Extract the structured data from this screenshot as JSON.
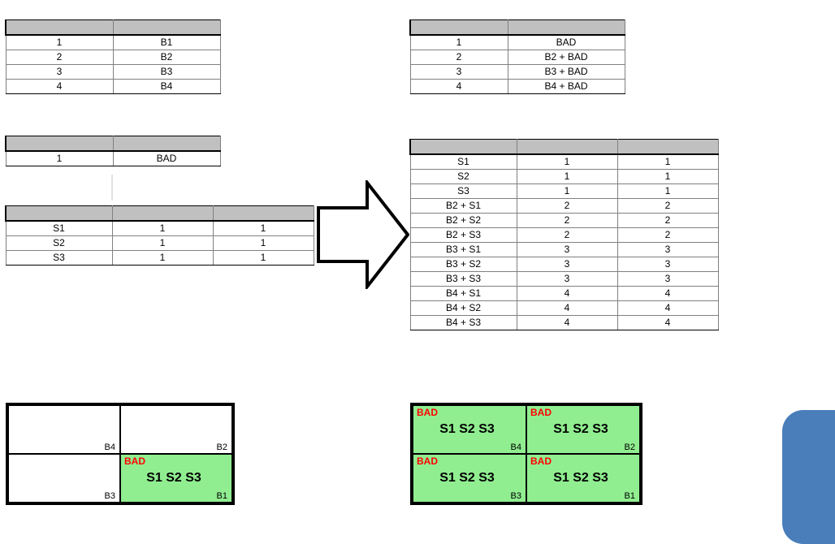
{
  "diagram": {
    "title": "Bucket and slot expansion diagram",
    "colors": {
      "header_fill": "#c0c0c0",
      "cell_border": "#808080",
      "outline": "#000000",
      "green_fill": "#90ee90",
      "bad_text": "#ff0000",
      "blue_shape": "#4a7ebb"
    }
  },
  "tables": {
    "left_buckets": {
      "name": "buckets-table",
      "headers": [
        "",
        ""
      ],
      "rows": [
        [
          "1",
          "B1"
        ],
        [
          "2",
          "B2"
        ],
        [
          "3",
          "B3"
        ],
        [
          "4",
          "B4"
        ]
      ]
    },
    "left_bad": {
      "name": "bad-table",
      "headers": [
        "",
        ""
      ],
      "rows": [
        [
          "1",
          "BAD"
        ]
      ]
    },
    "left_slots": {
      "name": "slots-table",
      "headers": [
        "",
        "",
        ""
      ],
      "rows": [
        [
          "S1",
          "1",
          "1"
        ],
        [
          "S2",
          "1",
          "1"
        ],
        [
          "S3",
          "1",
          "1"
        ]
      ]
    },
    "right_bad": {
      "name": "buckets-plus-bad-table",
      "headers": [
        "",
        ""
      ],
      "rows": [
        [
          "1",
          "BAD"
        ],
        [
          "2",
          "B2 + BAD"
        ],
        [
          "3",
          "B3 + BAD"
        ],
        [
          "4",
          "B4 + BAD"
        ]
      ]
    },
    "right_slots": {
      "name": "expanded-slots-table",
      "headers": [
        "",
        "",
        ""
      ],
      "rows": [
        [
          "S1",
          "1",
          "1"
        ],
        [
          "S2",
          "1",
          "1"
        ],
        [
          "S3",
          "1",
          "1"
        ],
        [
          "B2 + S1",
          "2",
          "2"
        ],
        [
          "B2 + S2",
          "2",
          "2"
        ],
        [
          "B2 + S3",
          "2",
          "2"
        ],
        [
          "B3 + S1",
          "3",
          "3"
        ],
        [
          "B3 + S2",
          "3",
          "3"
        ],
        [
          "B3 + S3",
          "3",
          "3"
        ],
        [
          "B4 + S1",
          "4",
          "4"
        ],
        [
          "B4 + S2",
          "4",
          "4"
        ],
        [
          "B4 + S3",
          "4",
          "4"
        ]
      ]
    }
  },
  "arrow": {
    "name": "right-block-arrow",
    "direction": "right"
  },
  "grids": {
    "left": {
      "name": "before-grid",
      "cells": [
        {
          "label": "B4",
          "bad": "",
          "slots": "",
          "green": false
        },
        {
          "label": "B2",
          "bad": "",
          "slots": "",
          "green": false
        },
        {
          "label": "B3",
          "bad": "",
          "slots": "",
          "green": false
        },
        {
          "label": "B1",
          "bad": "BAD",
          "slots": "S1 S2 S3",
          "green": true
        }
      ]
    },
    "right": {
      "name": "after-grid",
      "cells": [
        {
          "label": "B4",
          "bad": "BAD",
          "slots": "S1 S2 S3",
          "green": true
        },
        {
          "label": "B2",
          "bad": "BAD",
          "slots": "S1 S2 S3",
          "green": true
        },
        {
          "label": "B3",
          "bad": "BAD",
          "slots": "S1 S2 S3",
          "green": true
        },
        {
          "label": "B1",
          "bad": "BAD",
          "slots": "S1 S2 S3",
          "green": true
        }
      ]
    }
  }
}
